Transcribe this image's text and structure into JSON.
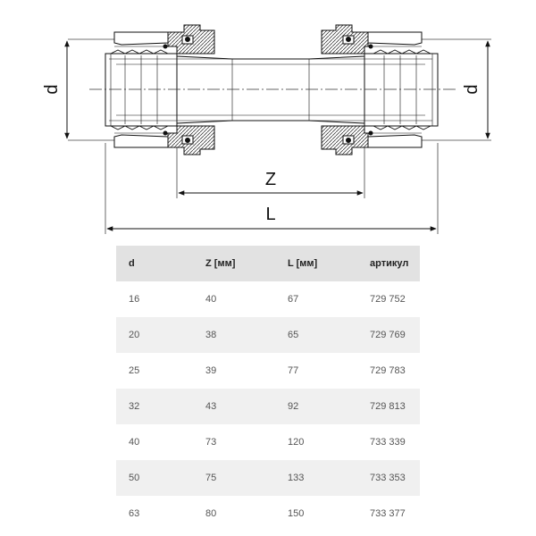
{
  "drawing": {
    "label_d": "d",
    "label_z": "Z",
    "label_l": "L"
  },
  "table": {
    "headers": [
      "d",
      "Z [мм]",
      "L [мм]",
      "артикул"
    ],
    "rows": [
      [
        "16",
        "40",
        "67",
        "729 752"
      ],
      [
        "20",
        "38",
        "65",
        "729 769"
      ],
      [
        "25",
        "39",
        "77",
        "729 783"
      ],
      [
        "32",
        "43",
        "92",
        "729 813"
      ],
      [
        "40",
        "73",
        "120",
        "733 339"
      ],
      [
        "50",
        "75",
        "133",
        "733 353"
      ],
      [
        "63",
        "80",
        "150",
        "733 377"
      ]
    ]
  }
}
